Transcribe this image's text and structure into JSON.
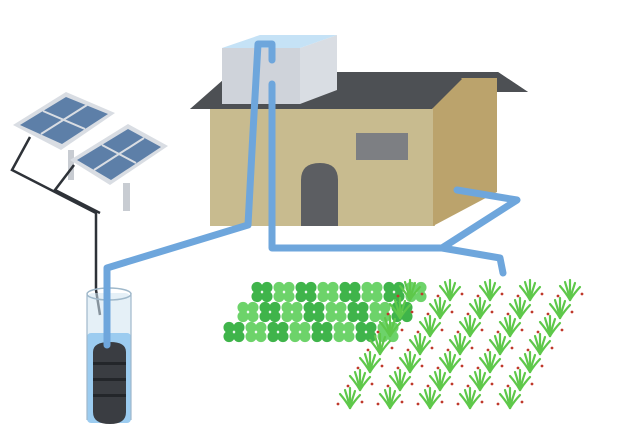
{
  "diagram": {
    "type": "solar-water-pumping-system",
    "components": [
      "solar-panels",
      "wiring",
      "borehole",
      "submersible-pump",
      "house",
      "water-tank",
      "pipes",
      "clover-field",
      "grass-field"
    ]
  },
  "colors": {
    "background": "#ffffff",
    "panel_cell": "#5d7fa8",
    "panel_frame": "#d9dde3",
    "panel_stand": "#c8ccd2",
    "wire": "#2e3238",
    "pipe": "#6ea6dc",
    "water": "#8fc6ee",
    "well_glass": "#cfe3f1",
    "pump_body": "#3a3d42",
    "house_wall_front": "#c8bb8f",
    "house_wall_side": "#bba36c",
    "roof": "#4d5054",
    "door": "#5c5e62",
    "window": "#7d7f83",
    "tank_front": "#cfd3da",
    "tank_top": "#c5e2f6",
    "clover": "#6dd36a",
    "clover_dark": "#3fb44a",
    "grass": "#5ec84a",
    "grass_seed": "#c0392b"
  },
  "icons": {
    "solar_panel": "solar-panel-icon",
    "pump": "pump-icon",
    "tank": "water-tank-icon",
    "house": "house-icon",
    "clover": "clover-icon",
    "grass": "grass-icon"
  }
}
